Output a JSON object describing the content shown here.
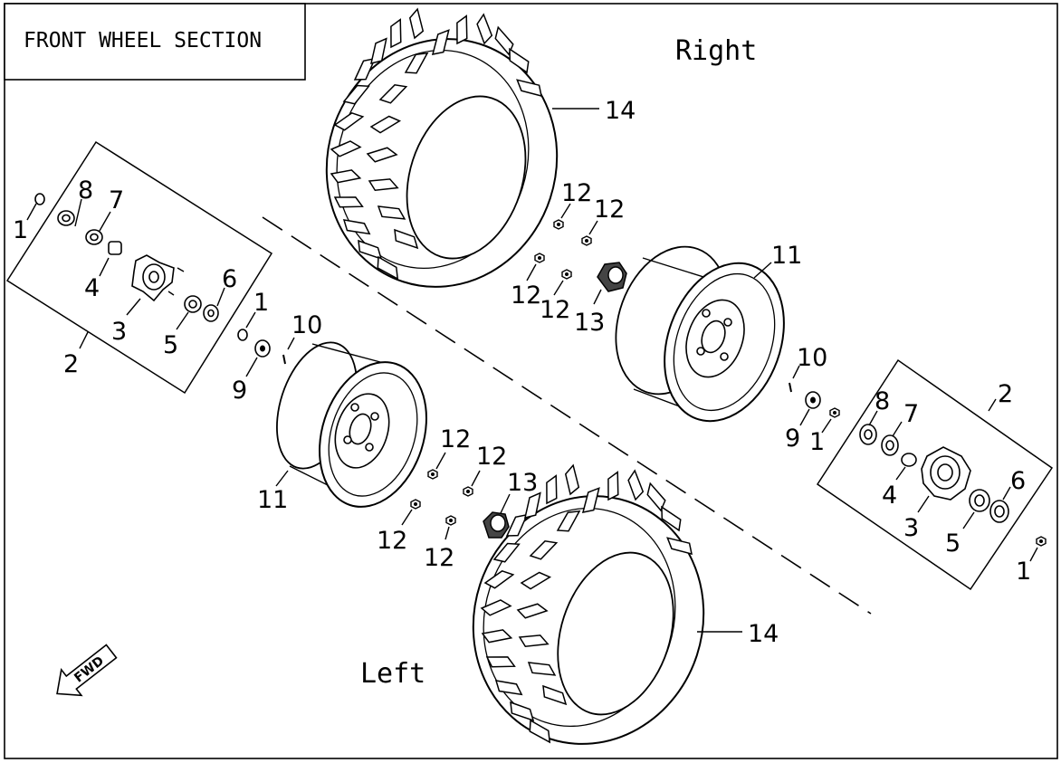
{
  "title": "FRONT WHEEL SECTION",
  "sides": {
    "right": "Right",
    "left": "Left"
  },
  "fwd_label": "FWD",
  "callouts": {
    "l_1a": "1",
    "l_8": "8",
    "l_7": "7",
    "l_4": "4",
    "l_3": "3",
    "l_2": "2",
    "l_5": "5",
    "l_6": "6",
    "l_1b": "1",
    "l_10": "10",
    "l_9": "9",
    "l_11": "11",
    "l_12a": "12",
    "l_12b": "12",
    "l_12c": "12",
    "l_12d": "12",
    "l_13": "13",
    "l_14": "14",
    "r_14": "14",
    "r_12a": "12",
    "r_12b": "12",
    "r_12c": "12",
    "r_12d": "12",
    "r_13": "13",
    "r_11": "11",
    "r_10": "10",
    "r_9": "9",
    "r_1a": "1",
    "r_2": "2",
    "r_8": "8",
    "r_7": "7",
    "r_4": "4",
    "r_3": "3",
    "r_5": "5",
    "r_6": "6",
    "r_1b": "1"
  }
}
